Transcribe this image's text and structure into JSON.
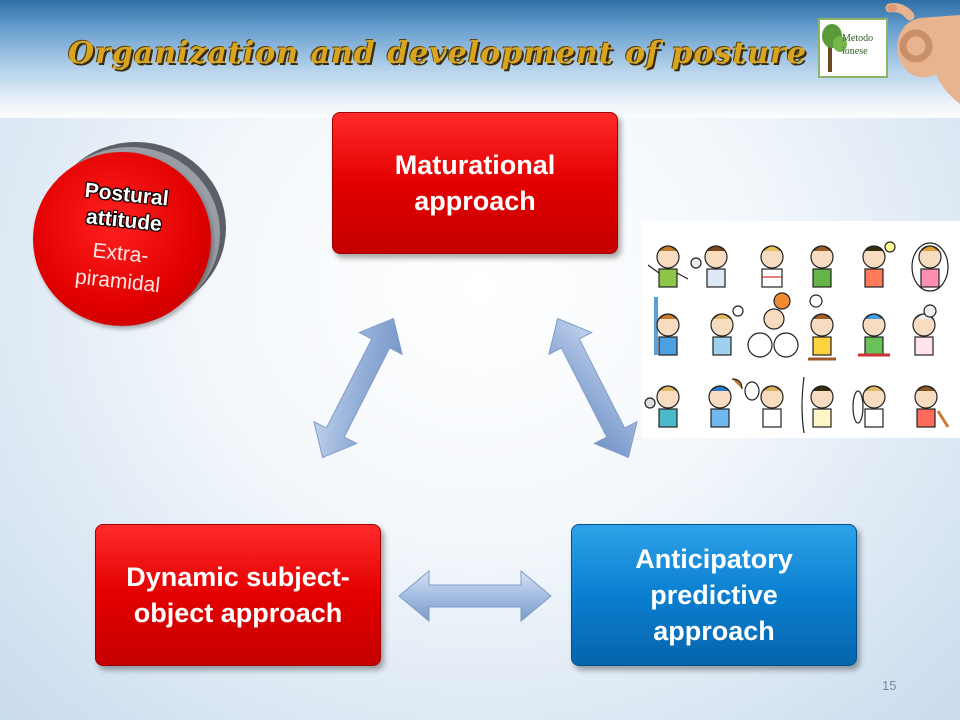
{
  "slide": {
    "title": "Organization and development of posture",
    "page_number": "15"
  },
  "logo": {
    "line1": "Metodo",
    "line2": "ionese"
  },
  "disc": {
    "title_line1": "Postural",
    "title_line2": "attitude",
    "sub_line1": "Extra-",
    "sub_line2": "piramidal"
  },
  "boxes": {
    "maturational": "Maturational approach",
    "dynamic": "Dynamic subject-object approach",
    "anticipatory": "Anticipatory predictive approach"
  },
  "colors": {
    "red_box": "#e30000",
    "blue_box": "#0b7fd0",
    "title_gold": "#d9a520",
    "arrow": "#9fb8dc"
  }
}
